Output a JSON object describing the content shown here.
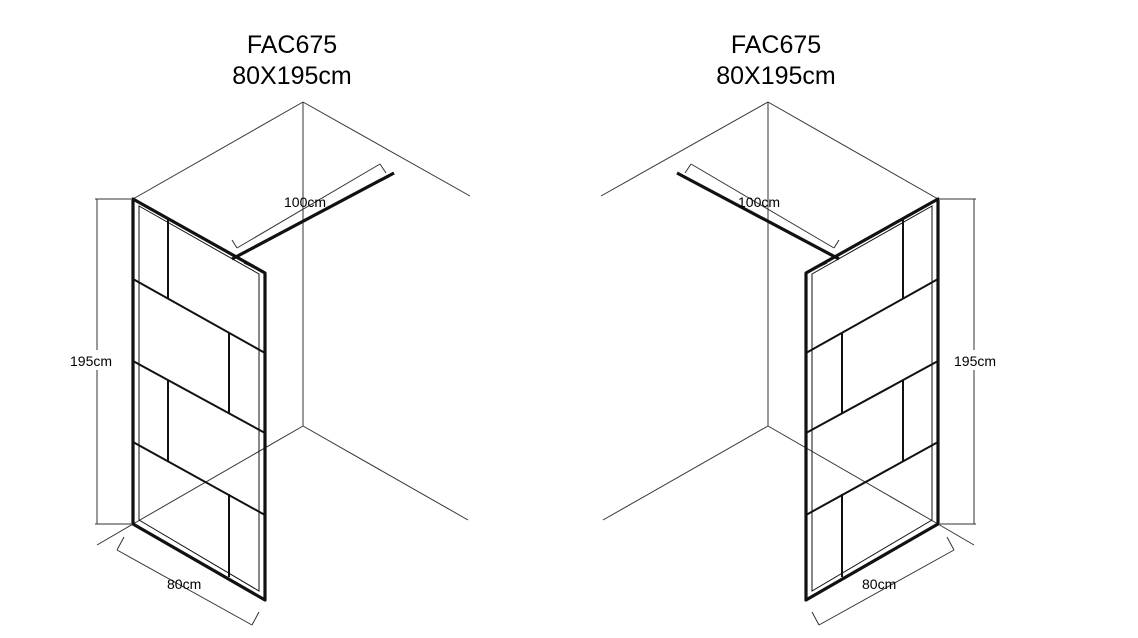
{
  "diagrams": [
    {
      "model": "FAC675",
      "size": "80X195cm",
      "labels": {
        "height": "195cm",
        "width": "80cm",
        "bar": "100cm"
      }
    },
    {
      "model": "FAC675",
      "size": "80X195cm",
      "labels": {
        "height": "195cm",
        "width": "80cm",
        "bar": "100cm"
      }
    }
  ]
}
